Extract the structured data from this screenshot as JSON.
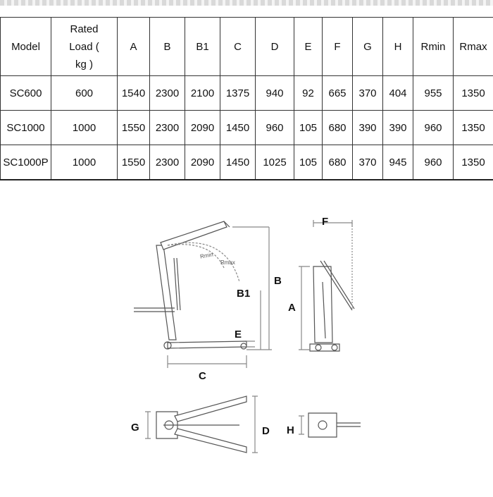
{
  "table": {
    "headers": [
      "Model",
      "Rated Load ( kg )",
      "A",
      "B",
      "B1",
      "C",
      "D",
      "E",
      "F",
      "G",
      "H",
      "Rmin",
      "Rmax"
    ],
    "rows": [
      [
        "SC600",
        "600",
        "1540",
        "2300",
        "2100",
        "1375",
        "940",
        "92",
        "665",
        "370",
        "404",
        "955",
        "1350"
      ],
      [
        "SC1000",
        "1000",
        "1550",
        "2300",
        "2090",
        "1450",
        "960",
        "105",
        "680",
        "390",
        "390",
        "960",
        "1350"
      ],
      [
        "SC1000P",
        "1000",
        "1550",
        "2300",
        "2090",
        "1450",
        "1025",
        "105",
        "680",
        "370",
        "945",
        "960",
        "1350"
      ]
    ]
  },
  "diagram": {
    "labels": {
      "F": "F",
      "B": "B",
      "B1": "B1",
      "A": "A",
      "E": "E",
      "C": "C",
      "G": "G",
      "D": "D",
      "H": "H",
      "rmin": "Rmin",
      "rmax": "Rmax"
    }
  }
}
